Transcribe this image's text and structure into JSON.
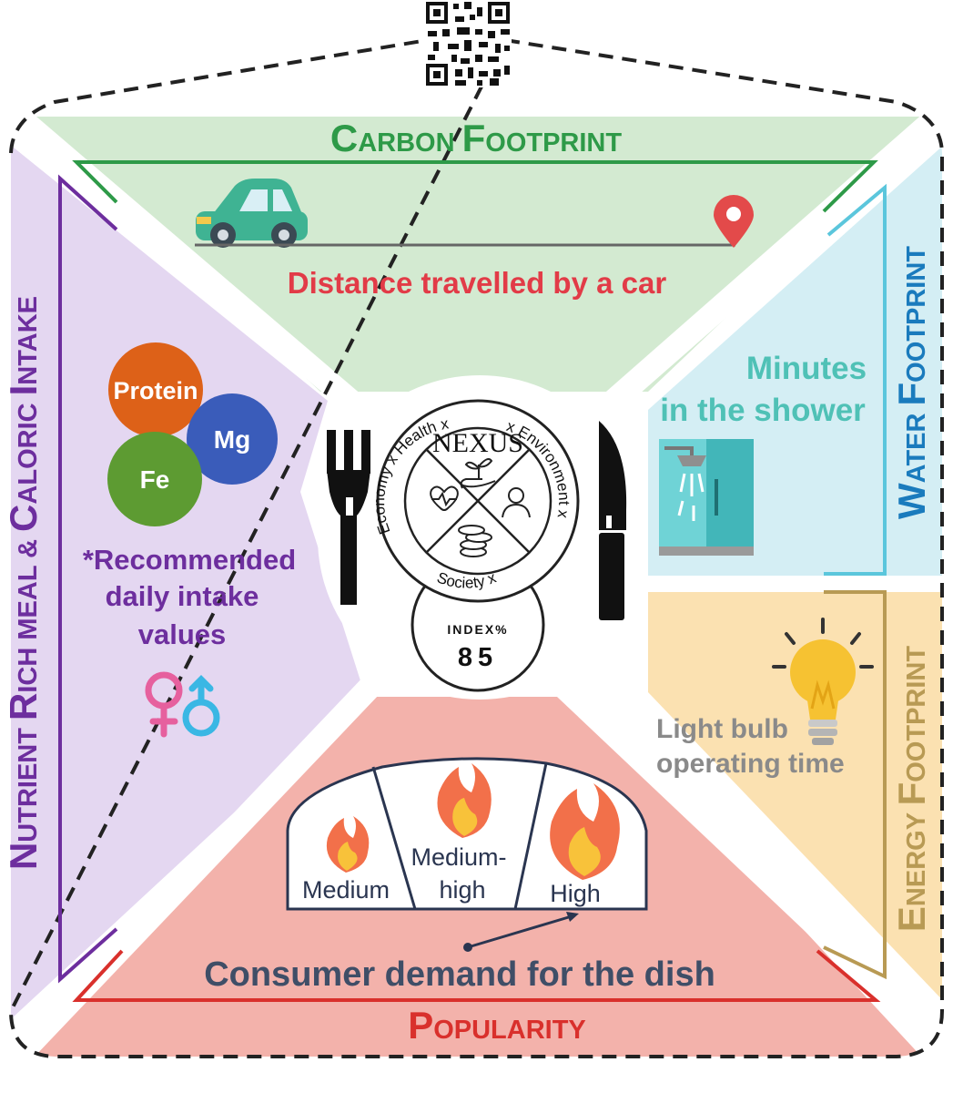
{
  "carbon": {
    "title_big1": "C",
    "title_small1": "ARBON ",
    "title_big2": "F",
    "title_small2": "OOTPRINT",
    "description": "Distance travelled by a car"
  },
  "water": {
    "title_big1": "W",
    "title_small1": "ATER ",
    "title_big2": "F",
    "title_small2": "OOTPRINT",
    "description_line1": "Minutes",
    "description_line2": "in the shower"
  },
  "energy": {
    "title_big1": "E",
    "title_small1": "NERGY ",
    "title_big2": "F",
    "title_small2": "OOTPRINT",
    "description_line1": "Light bulb",
    "description_line2": "operating time"
  },
  "popularity": {
    "title_big1": "P",
    "title_small1": "OPULARITY",
    "description": "Consumer demand for the dish",
    "levels": [
      "Medium",
      "Medium-",
      "high",
      "High"
    ]
  },
  "nutrient": {
    "title_big1": "N",
    "title_small1": "UTRIENT ",
    "title_big2": "R",
    "title_small2": "ICH MEAL & ",
    "title_big3": "C",
    "title_small3": "ALORIC ",
    "title_big4": "I",
    "title_small4": "NTAKE",
    "nutrients": [
      "Protein",
      "Mg",
      "Fe"
    ],
    "note_line1": "*Recommended",
    "note_line2": "daily intake",
    "note_line3": "values"
  },
  "center": {
    "logo_title": "NEXUS",
    "ring_left": "Economy x Health x",
    "ring_right": "x Environment x",
    "ring_bottom": "Society x",
    "index_label": "INDEX%",
    "index_value": "85"
  },
  "colors": {
    "carbon_bg": "#d3ead1",
    "carbon_accent": "#2e9a48",
    "water_bg": "#d4eef4",
    "water_accent": "#1a7bbd",
    "energy_bg": "#fbe1b1",
    "energy_accent": "#b89a54",
    "popularity_bg": "#f3b2ab",
    "popularity_accent": "#d9302c",
    "nutrient_bg": "#e4d7f1",
    "nutrient_accent": "#6d2e9e"
  }
}
